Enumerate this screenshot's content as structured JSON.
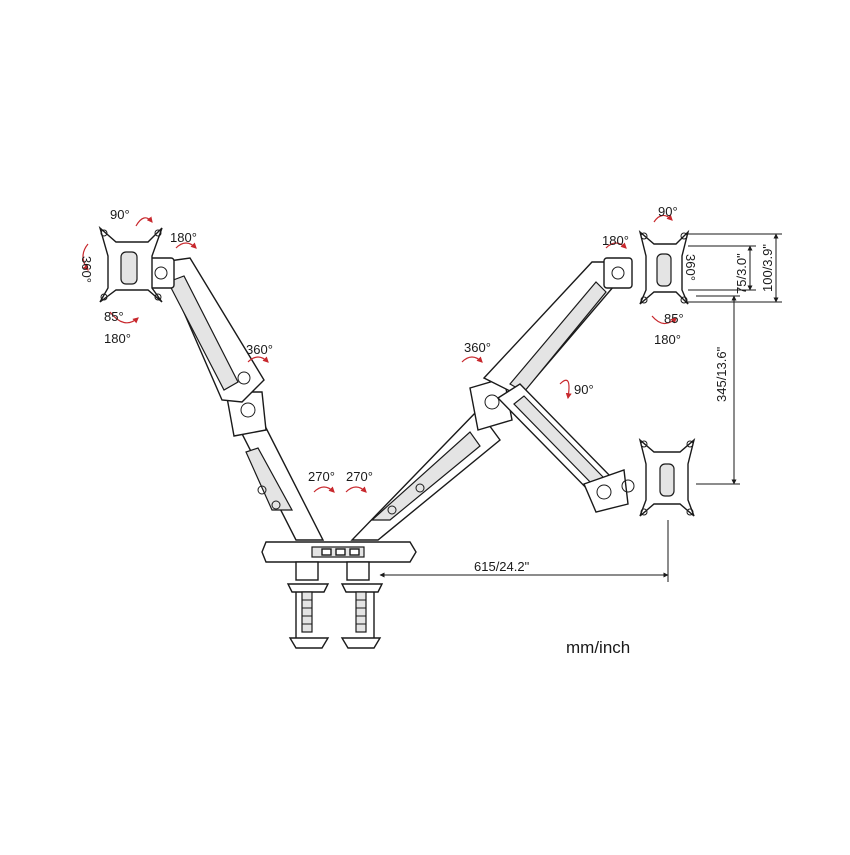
{
  "angles": {
    "left_tilt_top": "90°",
    "left_swivel": "180°",
    "left_rotate": "360°",
    "left_tilt_bottom": "85°",
    "left_bottom_180": "180°",
    "left_arm_rotate": "360°",
    "base_left": "270°",
    "base_right": "270°",
    "right_arm_rotate": "360°",
    "right_tilt_top": "90°",
    "right_swivel": "180°",
    "right_rotate": "360°",
    "right_tilt_bottom": "85°",
    "right_bottom_180": "180°",
    "right_arm_lower": "90°"
  },
  "dimensions": {
    "vesa_small": "75/3.0\"",
    "vesa_large": "100/3.9\"",
    "height_range": "345/13.6\"",
    "reach": "615/24.2\""
  },
  "units_label": "mm/inch"
}
